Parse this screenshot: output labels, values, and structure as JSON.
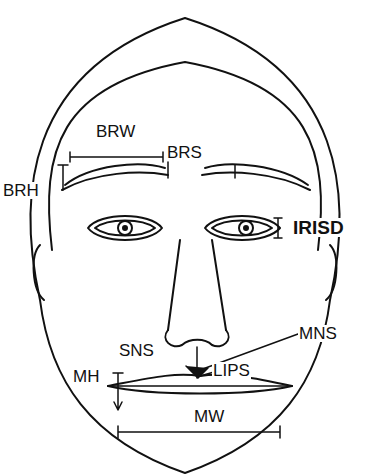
{
  "diagram": {
    "labels": [
      "BRW",
      "BRS",
      "BRH",
      "IRISD",
      "SNS",
      "MNS",
      "LIPS",
      "MH",
      "MW"
    ]
  }
}
